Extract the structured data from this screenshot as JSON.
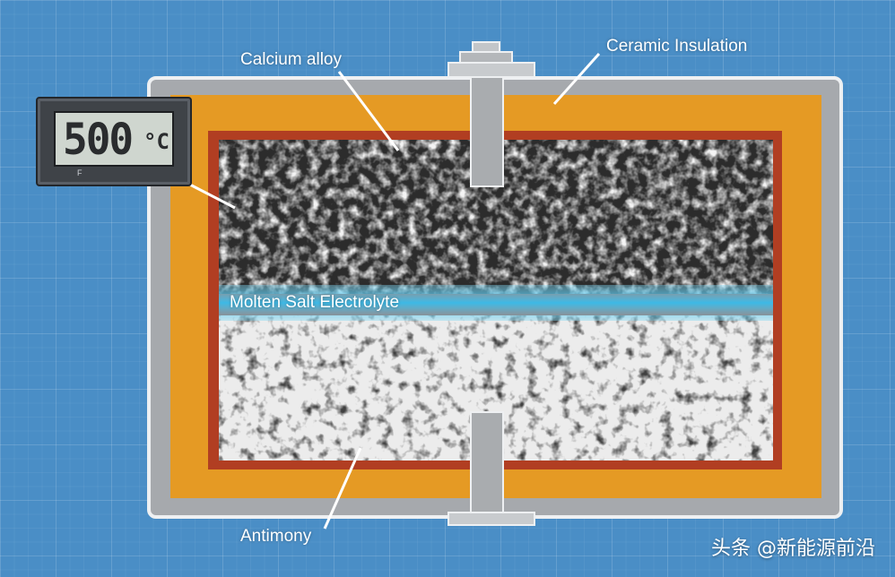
{
  "labels": {
    "calcium_alloy": "Calcium alloy",
    "ceramic_insulation": "Ceramic Insulation",
    "electrolyte": "Molten Salt Electrolyte",
    "antimony": "Antimony"
  },
  "thermometer": {
    "value": "500",
    "unit": "°C",
    "small_mark": "F"
  },
  "watermark": "头条 @新能源前沿",
  "colors": {
    "background": "#4a8ec6",
    "casing": "#a6a9ad",
    "insulation": "#e49a26",
    "inner_border": "#a83a22",
    "electrolyte": "#46c1e6",
    "calcium_alloy": "#2a2a2a",
    "antimony": "#e8e8e8"
  }
}
